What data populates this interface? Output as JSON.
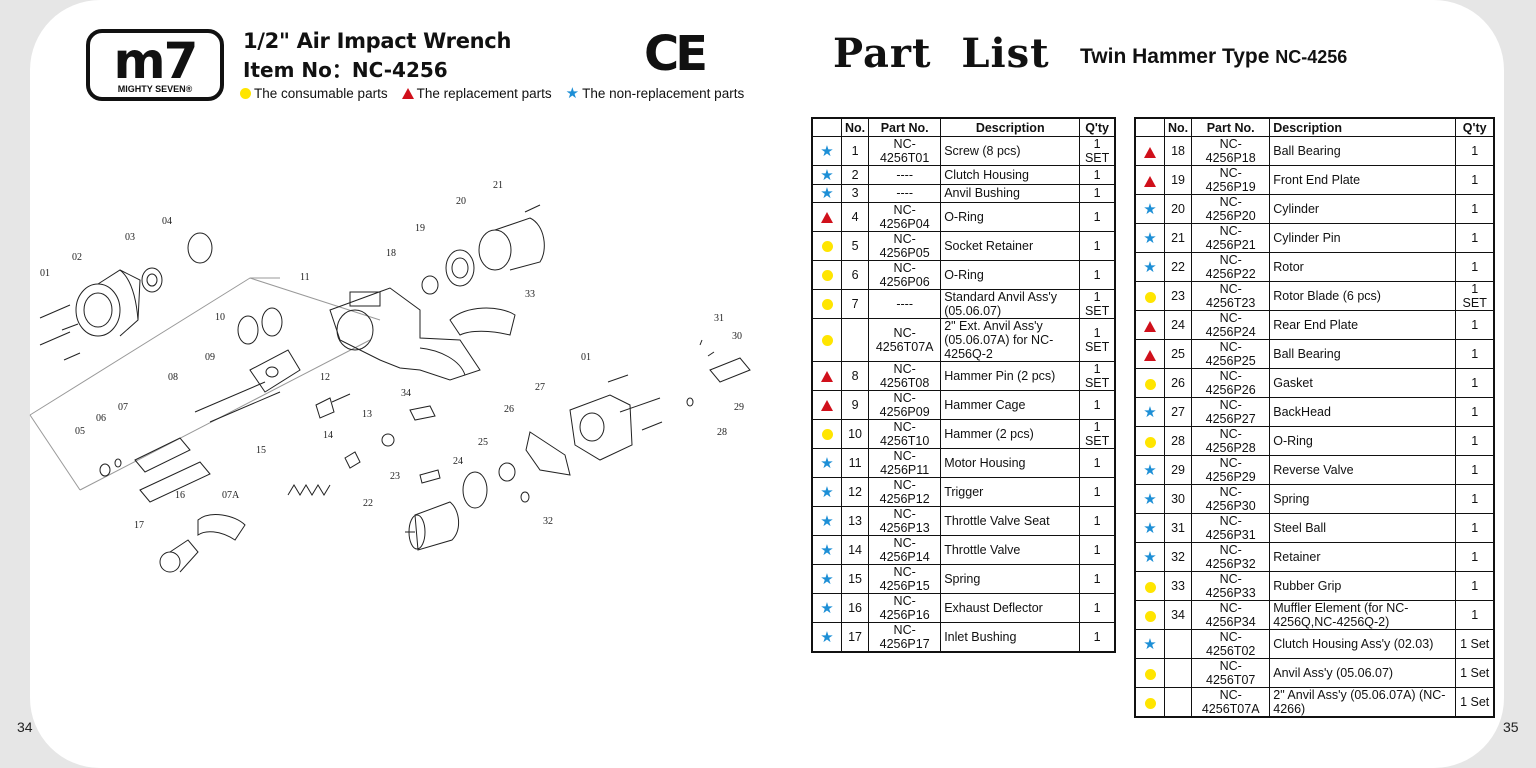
{
  "page_left": "34",
  "page_right": "35",
  "brand": {
    "logo_text": "m7",
    "logo_sub": "MIGHTY SEVEN®"
  },
  "product": {
    "title": "1/2\" Air Impact Wrench",
    "item_no": "Item No：NC-4256"
  },
  "ce_mark": "CE",
  "legend": {
    "consumable": "The consumable parts",
    "replacement": "The replacement parts",
    "non_replacement": "The non-replacement parts"
  },
  "heading": {
    "main": "Part  List",
    "sub": "Twin Hammer Type",
    "model": "NC-4256"
  },
  "table_headers": {
    "no": "No.",
    "part_no": "Part No.",
    "description": "Description",
    "qty": "Q'ty"
  },
  "colors": {
    "consumable": "#ffe500",
    "replacement": "#d0101b",
    "non_replacement": "#1d8fd6"
  },
  "left_rows": [
    {
      "sym": "star",
      "no": "1",
      "part": "NC-4256T01",
      "desc": "Screw (8 pcs)",
      "qty": "1 SET"
    },
    {
      "sym": "star",
      "no": "2",
      "part": "----",
      "desc": "Clutch Housing",
      "qty": "1"
    },
    {
      "sym": "star",
      "no": "3",
      "part": "----",
      "desc": "Anvil Bushing",
      "qty": "1"
    },
    {
      "sym": "tri",
      "no": "4",
      "part": "NC-4256P04",
      "desc": "O-Ring",
      "qty": "1"
    },
    {
      "sym": "circle",
      "no": "5",
      "part": "NC-4256P05",
      "desc": "Socket Retainer",
      "qty": "1"
    },
    {
      "sym": "circle",
      "no": "6",
      "part": "NC-4256P06",
      "desc": "O-Ring",
      "qty": "1"
    },
    {
      "sym": "circle",
      "no": "7",
      "part": "----",
      "desc": "Standard Anvil Ass'y (05.06.07)",
      "qty": "1 SET"
    },
    {
      "sym": "circle",
      "no": "",
      "part": "NC-4256T07A",
      "desc": "2\" Ext. Anvil Ass'y (05.06.07A) for NC-4256Q-2",
      "qty": "1 SET"
    },
    {
      "sym": "tri",
      "no": "8",
      "part": "NC-4256T08",
      "desc": "Hammer Pin (2 pcs)",
      "qty": "1 SET"
    },
    {
      "sym": "tri",
      "no": "9",
      "part": "NC-4256P09",
      "desc": "Hammer Cage",
      "qty": "1"
    },
    {
      "sym": "circle",
      "no": "10",
      "part": "NC-4256T10",
      "desc": "Hammer (2 pcs)",
      "qty": "1 SET"
    },
    {
      "sym": "star",
      "no": "11",
      "part": "NC-4256P11",
      "desc": "Motor Housing",
      "qty": "1"
    },
    {
      "sym": "star",
      "no": "12",
      "part": "NC-4256P12",
      "desc": "Trigger",
      "qty": "1"
    },
    {
      "sym": "star",
      "no": "13",
      "part": "NC-4256P13",
      "desc": "Throttle Valve Seat",
      "qty": "1"
    },
    {
      "sym": "star",
      "no": "14",
      "part": "NC-4256P14",
      "desc": "Throttle Valve",
      "qty": "1"
    },
    {
      "sym": "star",
      "no": "15",
      "part": "NC-4256P15",
      "desc": "Spring",
      "qty": "1"
    },
    {
      "sym": "star",
      "no": "16",
      "part": "NC-4256P16",
      "desc": "Exhaust Deflector",
      "qty": "1"
    },
    {
      "sym": "star",
      "no": "17",
      "part": "NC-4256P17",
      "desc": "Inlet Bushing",
      "qty": "1"
    }
  ],
  "right_rows": [
    {
      "sym": "tri",
      "no": "18",
      "part": "NC-4256P18",
      "desc": "Ball Bearing",
      "qty": "1"
    },
    {
      "sym": "tri",
      "no": "19",
      "part": "NC-4256P19",
      "desc": "Front End Plate",
      "qty": "1"
    },
    {
      "sym": "star",
      "no": "20",
      "part": "NC-4256P20",
      "desc": "Cylinder",
      "qty": "1"
    },
    {
      "sym": "star",
      "no": "21",
      "part": "NC-4256P21",
      "desc": "Cylinder Pin",
      "qty": "1"
    },
    {
      "sym": "star",
      "no": "22",
      "part": "NC-4256P22",
      "desc": "Rotor",
      "qty": "1"
    },
    {
      "sym": "circle",
      "no": "23",
      "part": "NC-4256T23",
      "desc": "Rotor Blade (6 pcs)",
      "qty": "1 SET"
    },
    {
      "sym": "tri",
      "no": "24",
      "part": "NC-4256P24",
      "desc": "Rear End Plate",
      "qty": "1"
    },
    {
      "sym": "tri",
      "no": "25",
      "part": "NC-4256P25",
      "desc": "Ball Bearing",
      "qty": "1"
    },
    {
      "sym": "circle",
      "no": "26",
      "part": "NC-4256P26",
      "desc": "Gasket",
      "qty": "1"
    },
    {
      "sym": "star",
      "no": "27",
      "part": "NC-4256P27",
      "desc": "BackHead",
      "qty": "1"
    },
    {
      "sym": "circle",
      "no": "28",
      "part": "NC-4256P28",
      "desc": "O-Ring",
      "qty": "1"
    },
    {
      "sym": "star",
      "no": "29",
      "part": "NC-4256P29",
      "desc": "Reverse Valve",
      "qty": "1"
    },
    {
      "sym": "star",
      "no": "30",
      "part": "NC-4256P30",
      "desc": "Spring",
      "qty": "1"
    },
    {
      "sym": "star",
      "no": "31",
      "part": "NC-4256P31",
      "desc": "Steel Ball",
      "qty": "1"
    },
    {
      "sym": "star",
      "no": "32",
      "part": "NC-4256P32",
      "desc": "Retainer",
      "qty": "1"
    },
    {
      "sym": "circle",
      "no": "33",
      "part": "NC-4256P33",
      "desc": "Rubber Grip",
      "qty": "1"
    },
    {
      "sym": "circle",
      "no": "34",
      "part": "NC-4256P34",
      "desc": "Muffler Element (for NC-4256Q,NC-4256Q-2)",
      "qty": "1"
    },
    {
      "sym": "star",
      "no": "",
      "part": "NC-4256T02",
      "desc": "Clutch Housing Ass'y (02.03)",
      "qty": "1 Set"
    },
    {
      "sym": "circle",
      "no": "",
      "part": "NC-4256T07",
      "desc": "Anvil Ass'y (05.06.07)",
      "qty": "1 Set"
    },
    {
      "sym": "circle",
      "no": "",
      "part": "NC-4256T07A",
      "desc": "2\" Anvil Ass'y (05.06.07A) (NC-4266)",
      "qty": "1 Set"
    }
  ],
  "diagram_labels": [
    "01",
    "02",
    "03",
    "04",
    "05",
    "06",
    "07",
    "07A",
    "08",
    "09",
    "10",
    "11",
    "12",
    "13",
    "14",
    "15",
    "16",
    "17",
    "18",
    "19",
    "20",
    "21",
    "22",
    "23",
    "24",
    "25",
    "26",
    "27",
    "28",
    "29",
    "30",
    "31",
    "32",
    "33",
    "34",
    "01"
  ]
}
